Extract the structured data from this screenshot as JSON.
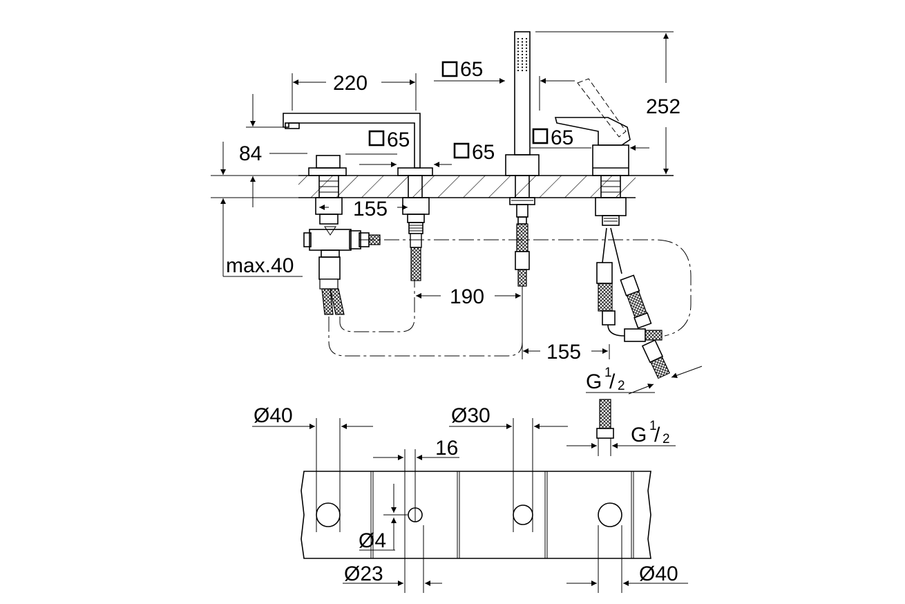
{
  "labels": {
    "d220": "220",
    "sq65_top": "65",
    "d252": "252",
    "d84": "84",
    "sq65_a": "65",
    "sq65_b": "65",
    "sq65_c": "65",
    "d155_a": "155",
    "max40": "max.40",
    "d190": "190",
    "d155_b": "155",
    "g_half_a": "G",
    "g_half_b": "G",
    "frac_num": "1",
    "frac_den": "2",
    "dia40_a": "Ø40",
    "dia30": "Ø30",
    "d16": "16",
    "dia4": "Ø4",
    "dia23": "Ø23",
    "dia40_b": "Ø40"
  },
  "colors": {
    "ink": "#000000",
    "paper": "#ffffff"
  }
}
